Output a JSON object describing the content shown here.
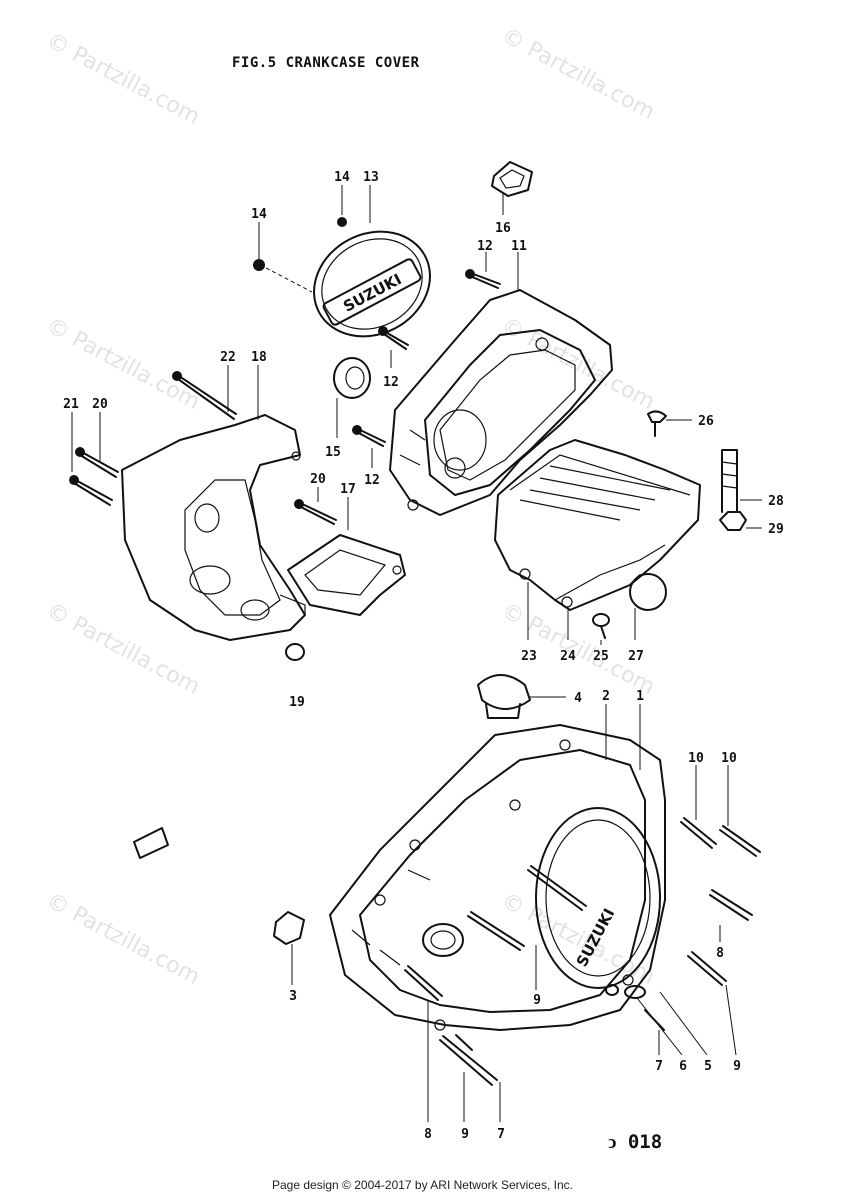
{
  "title": "FIG.5  CRANKCASE COVER",
  "page_code": "ↄ 018",
  "footer": "Page design © 2004-2017 by ARI Network Services, Inc.",
  "watermark": "© Partzilla.com",
  "callouts": [
    {
      "label": "14"
    },
    {
      "label": "13"
    },
    {
      "label": "14"
    },
    {
      "label": "16"
    },
    {
      "label": "12"
    },
    {
      "label": "11"
    },
    {
      "label": "22"
    },
    {
      "label": "18"
    },
    {
      "label": "12"
    },
    {
      "label": "21"
    },
    {
      "label": "20"
    },
    {
      "label": "15"
    },
    {
      "label": "12"
    },
    {
      "label": "26"
    },
    {
      "label": "20"
    },
    {
      "label": "17"
    },
    {
      "label": "28"
    },
    {
      "label": "29"
    },
    {
      "label": "23"
    },
    {
      "label": "24"
    },
    {
      "label": "25"
    },
    {
      "label": "27"
    },
    {
      "label": "19"
    },
    {
      "label": "4"
    },
    {
      "label": "2"
    },
    {
      "label": "1"
    },
    {
      "label": "10"
    },
    {
      "label": "10"
    },
    {
      "label": "8"
    },
    {
      "label": "3"
    },
    {
      "label": "9"
    },
    {
      "label": "9"
    },
    {
      "label": "7"
    },
    {
      "label": "6"
    },
    {
      "label": "5"
    },
    {
      "label": "9"
    },
    {
      "label": "8"
    },
    {
      "label": "9"
    },
    {
      "label": "7"
    }
  ]
}
